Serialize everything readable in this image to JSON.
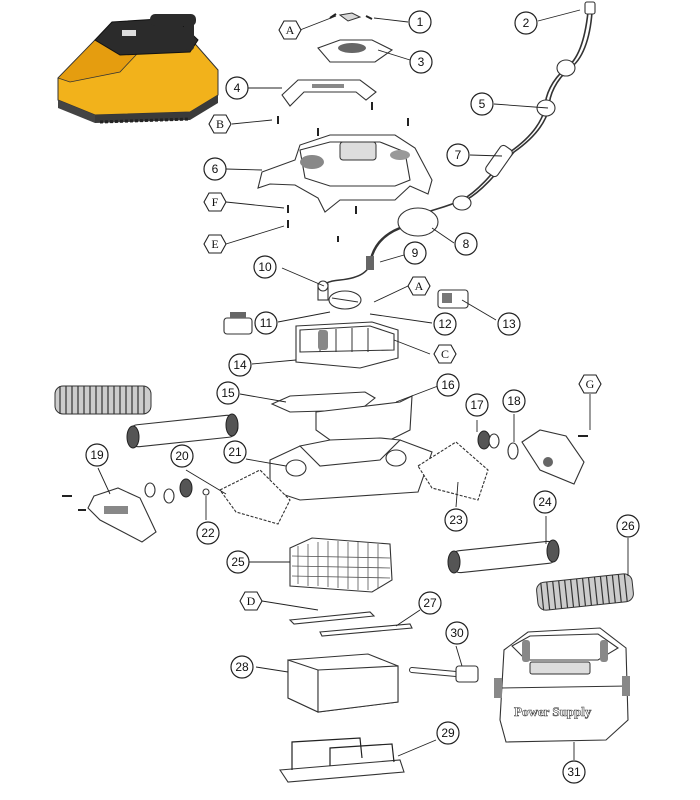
{
  "diagram": {
    "callouts": [
      "1",
      "2",
      "3",
      "4",
      "5",
      "6",
      "7",
      "8",
      "9",
      "10",
      "11",
      "12",
      "13",
      "14",
      "15",
      "16",
      "17",
      "18",
      "19",
      "20",
      "21",
      "22",
      "23",
      "24",
      "25",
      "26",
      "27",
      "28",
      "29",
      "30",
      "31"
    ],
    "letter_labels": [
      "A",
      "B",
      "C",
      "D",
      "E",
      "F",
      "G",
      "A"
    ],
    "power_supply_label": "Power Supply",
    "colors": {
      "robot_body": "#f2b21b",
      "robot_dark": "#2b2b2b",
      "line": "#222222"
    }
  }
}
